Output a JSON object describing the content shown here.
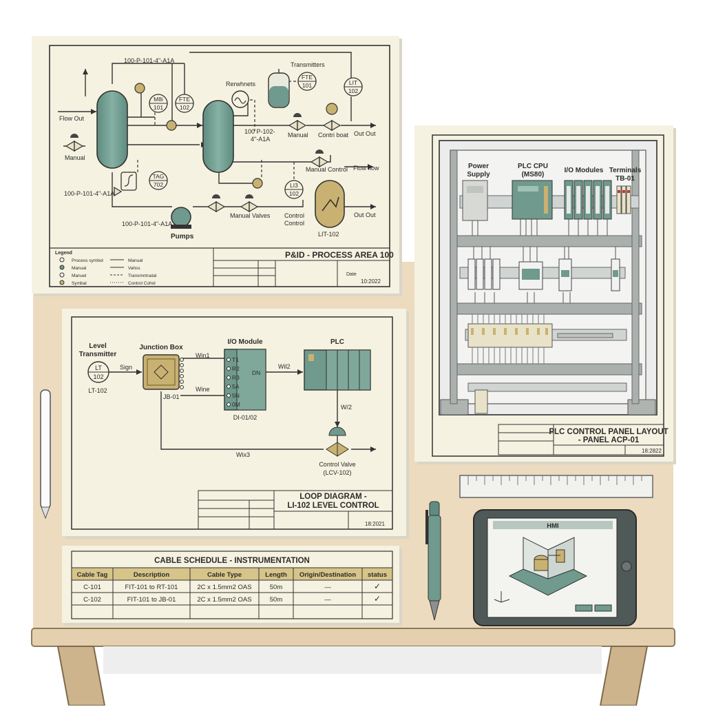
{
  "pid": {
    "line_top": "100-P-101-4\"-A1A",
    "transmitters": "Transmitters",
    "rerwhnets": "Rerwhnets",
    "flow_out": "Flow Out",
    "manual": "Manual",
    "tag1_a": "M8i",
    "tag1_b": "101",
    "tag2_a": "FTE",
    "tag2_b": "102",
    "tag3_a": "FTE",
    "tag3_b": "101",
    "tag4_a": "LIT",
    "tag4_b": "102",
    "tag5_a": "TAG",
    "tag5_b": "702",
    "tag6_a": "LI3",
    "tag6_b": "102",
    "line_mid_a": "100 P-102-",
    "line_mid_b": "4\"-A1A",
    "manual2": "Manual",
    "contri_boat": "Contri boat",
    "out_out": "Out Out",
    "manual_control": "Manual Control",
    "flow_flow": "Flow flow",
    "line_left": "100-P-101-4\"-A1A",
    "line_bottom": "100-P-101-4\"-A1A",
    "pumps": "Pumps",
    "manual_valves": "Manual Valves",
    "control_a": "Control",
    "control_b": "Control",
    "out_out2": "Out Out",
    "lit": "LIT-102",
    "legend_title": "Legend",
    "legend": [
      "Process symbol",
      "Manual",
      "Manuel",
      "Symbal"
    ],
    "legend2": [
      "Manual",
      "Vahss",
      "Transmntnatal",
      "Control Cohol"
    ],
    "title": "P&ID - PROCESS AREA 100",
    "date_label": "Date",
    "date": "10:2022"
  },
  "loop": {
    "level": "Level",
    "transmitter": "Transmitter",
    "junction": "Junction Box",
    "io": "I/O Module",
    "plc": "PLC",
    "lt_a": "LT",
    "lt_b": "102",
    "lt_tag": "LT-102",
    "sign": "Sign",
    "win1": "Win1",
    "wine": "Wine",
    "jb": "JB-01",
    "terms": [
      "T1",
      "R2",
      "R3",
      "5A",
      "5N",
      "0M"
    ],
    "dn": "DN",
    "wir2": "Wil2",
    "w2": "W/2",
    "di": "DI-01/02",
    "wx3": "Wix3",
    "valve_a": "Control Valve",
    "valve_b": "(LCV-102)",
    "title_a": "LOOP DIAGRAM -",
    "title_b": "LI-102 LEVEL CONTROL",
    "date": "18:2021"
  },
  "panel": {
    "power_a": "Power",
    "power_b": "Supply",
    "cpu_a": "PLC CPU",
    "cpu_b": "(MS80)",
    "io": "I/O Modules",
    "terms_a": "Terminals",
    "terms_b": "TB-01",
    "title_a": "PLC CONTROL PANEL LAYOUT",
    "title_b": "- PANEL ACP-01",
    "date": "18:2822"
  },
  "cable": {
    "title": "CABLE SCHEDULE - INSTRUMENTATION",
    "headers": [
      "Cable Tag",
      "Description",
      "Cable Type",
      "Length",
      "Origin/Destination",
      "status"
    ],
    "rows": [
      [
        "C-101",
        "FIT-101 to RT-101",
        "2C x 1.5mm2 OAS",
        "50m",
        "—",
        "✓"
      ],
      [
        "C-102",
        "FIT-101 to JB-01",
        "2C x 1.5mm2 OAS",
        "50m",
        "—",
        "✓"
      ]
    ]
  },
  "hmi": {
    "title": "HMI"
  },
  "colors": {
    "paper": "#f5f2e1",
    "desk": "#ecdbbf",
    "teal": "#6f9a8d",
    "tan": "#c9b271",
    "line": "#2b2b2b",
    "header": "#d6c489"
  }
}
